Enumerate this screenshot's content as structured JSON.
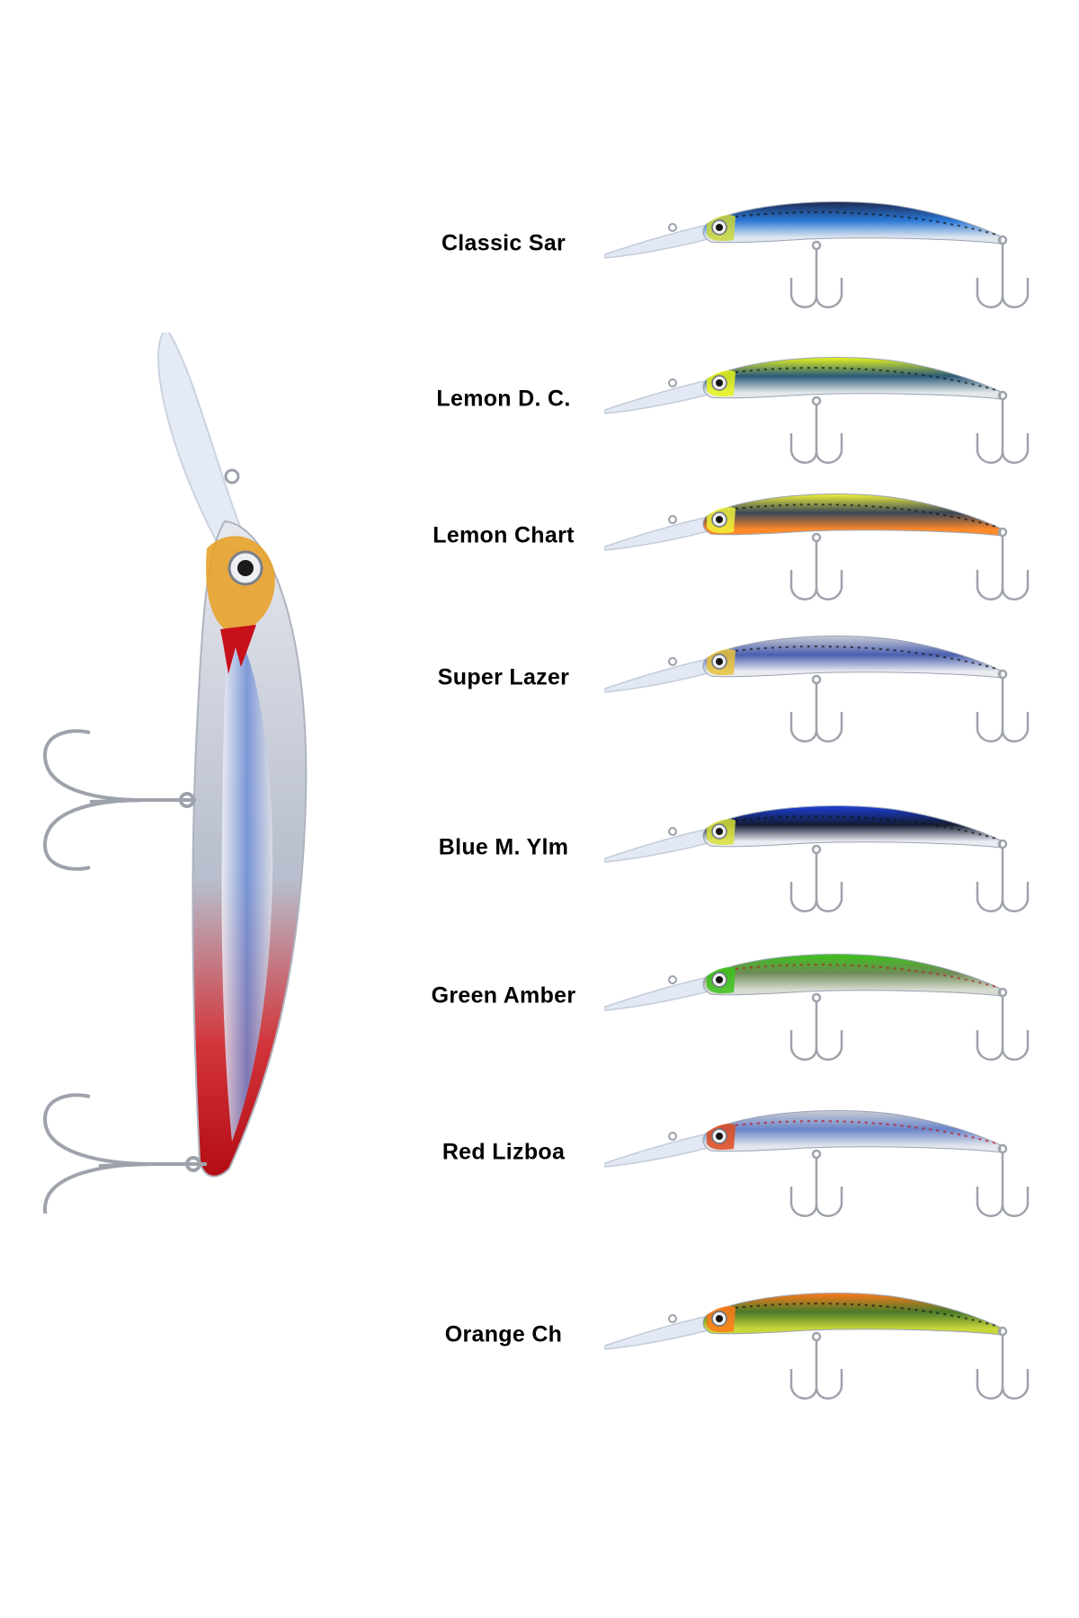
{
  "page": {
    "description": "Deep-diving minnow lure color chart"
  },
  "featured_lure": {
    "name": "featured-lure",
    "colors": {
      "body": "#c9ccd6",
      "head": "#d21c1c",
      "tail": "#c0101a",
      "sheen": "#5a7fd0",
      "lip": "#dfe6f2"
    }
  },
  "variants": [
    {
      "label": "Classic Sar",
      "colors": {
        "back": "#1d2b52",
        "body": "#2b78d6",
        "belly": "#dfe6ee",
        "head": "#c9d63a",
        "accent": "#111111"
      }
    },
    {
      "label": "Lemon D. C.",
      "colors": {
        "back": "#e6f51a",
        "body": "#2a5a7a",
        "belly": "#e4e8ea",
        "head": "#e6f51a",
        "accent": "#111111"
      }
    },
    {
      "label": "Lemon Chart",
      "colors": {
        "back": "#f0f23a",
        "body": "#3a4658",
        "belly": "#ff8a2a",
        "head": "#f0f23a",
        "accent": "#111111"
      }
    },
    {
      "label": "Super Lazer",
      "colors": {
        "back": "#c9ccd4",
        "body": "#4a5fb0",
        "belly": "#e9ebef",
        "head": "#e8c23a",
        "accent": "#111111"
      }
    },
    {
      "label": "Blue M. Ylm",
      "colors": {
        "back": "#1b3fd6",
        "body": "#141c33",
        "belly": "#e9ecf2",
        "head": "#d8e23a",
        "accent": "#111111"
      }
    },
    {
      "label": "Green Amber",
      "colors": {
        "back": "#3cc21a",
        "body": "#6e8a56",
        "belly": "#d6dcd0",
        "head": "#3cc21a",
        "accent": "#b0231a"
      }
    },
    {
      "label": "Red Lizboa",
      "colors": {
        "back": "#c8ccd6",
        "body": "#6a84c8",
        "belly": "#e3e6ec",
        "head": "#e04a1c",
        "accent": "#c0101a"
      }
    },
    {
      "label": "Orange Ch",
      "colors": {
        "back": "#ff7a1a",
        "body": "#4a7a2a",
        "belly": "#c8d63a",
        "head": "#ff7a1a",
        "accent": "#111111"
      }
    }
  ]
}
